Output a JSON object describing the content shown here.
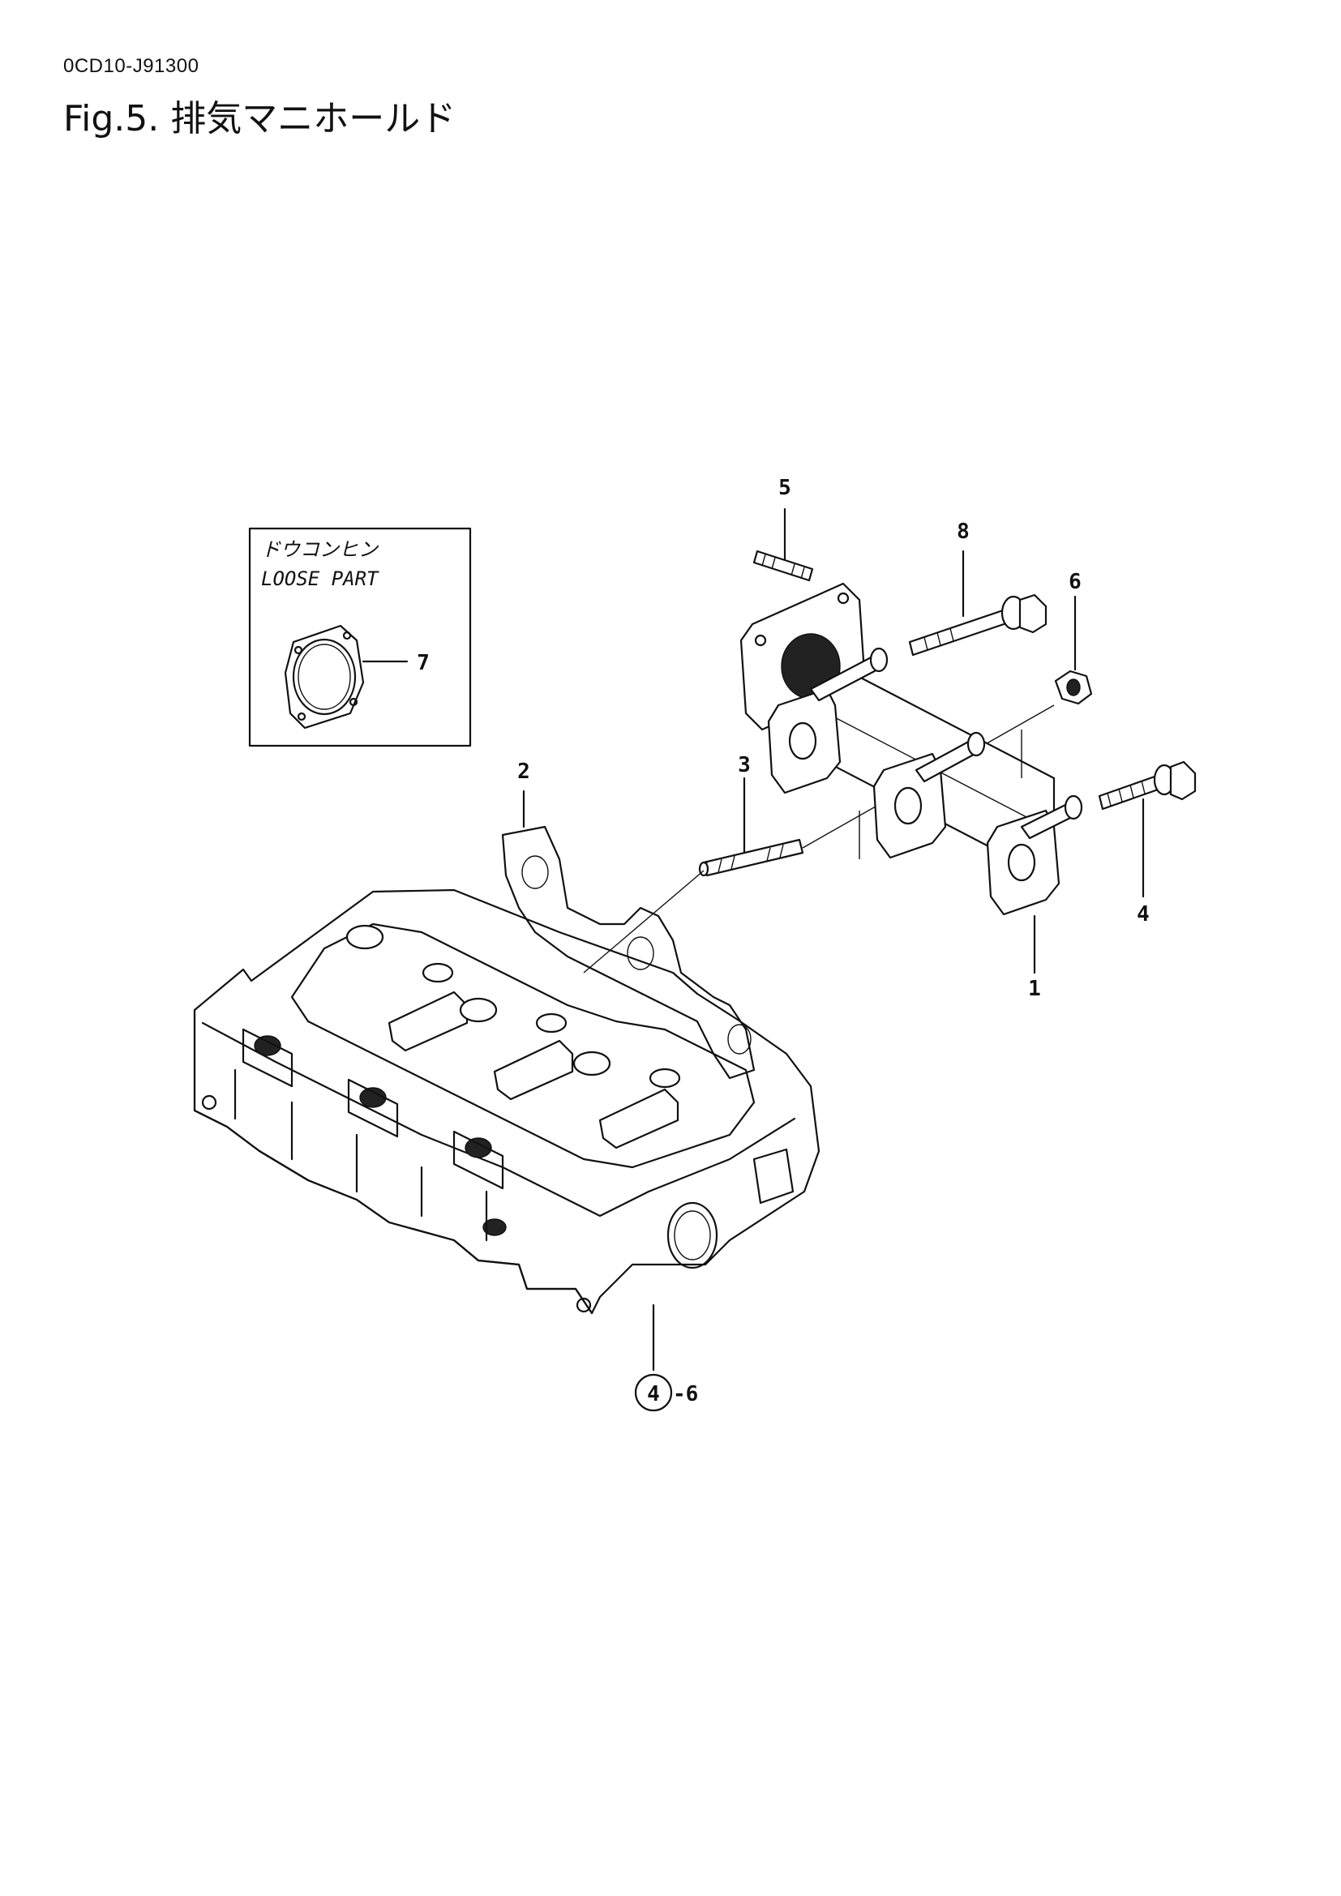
{
  "header": {
    "doc_code": "0CD10-J91300",
    "figure_title": "Fig.5.  排気マニホールド"
  },
  "loose_part_box": {
    "label_jp": "ドウコンヒン",
    "label_en": "LOOSE PART"
  },
  "callouts": [
    {
      "id": "callout-1",
      "label": "1"
    },
    {
      "id": "callout-2",
      "label": "2"
    },
    {
      "id": "callout-3",
      "label": "3"
    },
    {
      "id": "callout-4",
      "label": "4"
    },
    {
      "id": "callout-5",
      "label": "5"
    },
    {
      "id": "callout-6",
      "label": "6"
    },
    {
      "id": "callout-7",
      "label": "7"
    },
    {
      "id": "callout-8",
      "label": "8"
    }
  ],
  "reference": {
    "circled_number": "4",
    "suffix": "-6"
  }
}
